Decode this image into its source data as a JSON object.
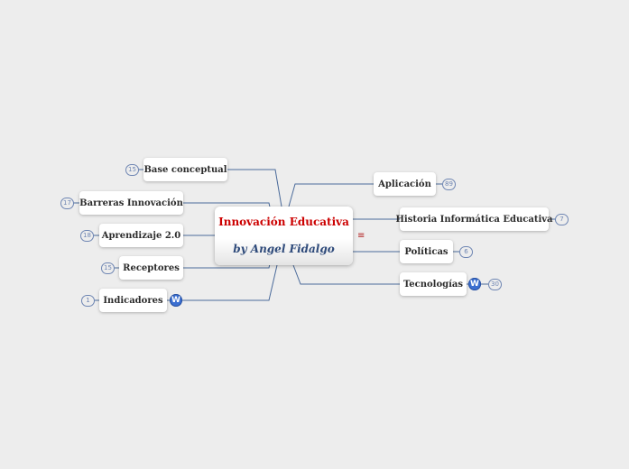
{
  "central": {
    "title": "Innovación Educativa",
    "subtitle": "by Angel Fidalgo"
  },
  "left_topics": [
    {
      "label": "Base conceptual",
      "count": "15"
    },
    {
      "label": "Barreras Innovación",
      "count": "17"
    },
    {
      "label": "Aprendizaje 2.0",
      "count": "18"
    },
    {
      "label": "Receptores",
      "count": "15"
    },
    {
      "label": "Indicadores",
      "count": "1"
    }
  ],
  "right_topics": [
    {
      "label": "Aplicación",
      "count": "89"
    },
    {
      "label": "Historia Informática Educativa",
      "count": "7"
    },
    {
      "label": "Políticas",
      "count": "6"
    },
    {
      "label": "Tecnologías",
      "count": "30"
    }
  ],
  "icons": {
    "wordpress": "W",
    "notes": "≡"
  },
  "colors": {
    "background": "#ededed",
    "connector": "#4a6a9a",
    "central_title": "#cc0000",
    "central_subtitle": "#2e4a7a",
    "badge": "#6f86b3",
    "wordpress": "#3b6fd1"
  }
}
